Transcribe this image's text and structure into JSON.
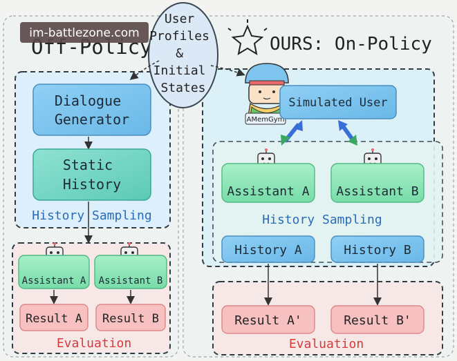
{
  "watermark": "im-battlezone.com",
  "center": {
    "user_profiles": [
      "User",
      "Profiles",
      "&",
      "Initial",
      "States"
    ]
  },
  "left": {
    "title": "Off-Policy",
    "dialogue_generator": [
      "Dialogue",
      "Generator"
    ],
    "static_history": [
      "Static",
      "History"
    ],
    "history_sampling": "History Sampling",
    "assistant_a": "Assistant A",
    "assistant_b": "Assistant B",
    "result_a": "Result A",
    "result_b": "Result B",
    "evaluation": "Evaluation"
  },
  "right": {
    "title": "OURS: On-Policy",
    "simulated_user": "Simulated User",
    "amemgym": "AMemGym",
    "assistant_a": "Assistant A",
    "assistant_b": "Assistant B",
    "history_sampling": "History Sampling",
    "history_a": "History A",
    "history_b": "History B",
    "result_a": "Result A'",
    "result_b": "Result B'",
    "evaluation": "Evaluation"
  },
  "colors": {
    "blue_box": "#7ec4ee",
    "teal_box": "#6fd6c4",
    "green_box": "#8fe6b8",
    "red_box": "#f7c1c1",
    "dashed_border": "#2f3a45",
    "blue_text": "#2a6bb8",
    "red_text": "#d83a3a"
  }
}
